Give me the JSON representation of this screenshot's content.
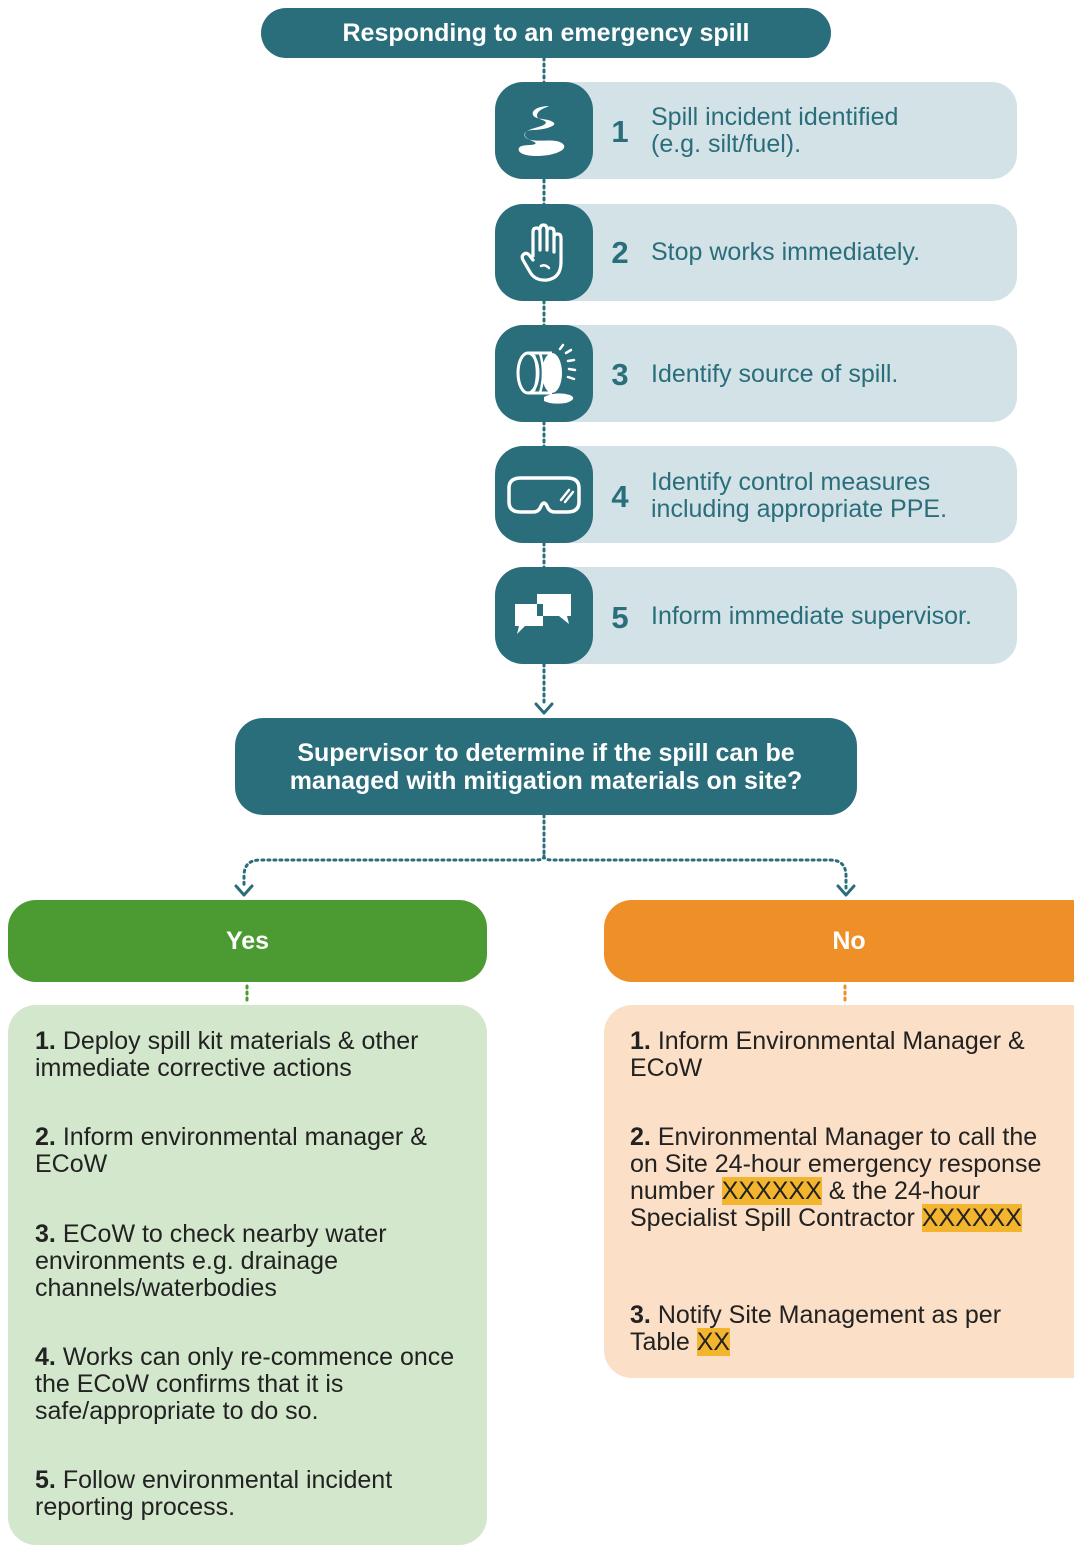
{
  "title": "Responding to an emergency spill",
  "steps": [
    {
      "num": "1",
      "line1": "Spill incident identified",
      "line2": "(e.g. silt/fuel).",
      "icon": "spill-puddle-icon"
    },
    {
      "num": "2",
      "line1": "Stop works immediately.",
      "line2": "",
      "icon": "stop-hand-icon"
    },
    {
      "num": "3",
      "line1": "Identify source of spill.",
      "line2": "",
      "icon": "leaking-drum-icon"
    },
    {
      "num": "4",
      "line1": "Identify control measures",
      "line2": "including appropriate PPE.",
      "icon": "safety-goggles-icon"
    },
    {
      "num": "5",
      "line1": "Inform immediate supervisor.",
      "line2": "",
      "icon": "speech-bubbles-icon"
    }
  ],
  "decision": {
    "line1": "Supervisor to determine if the spill can be",
    "line2": "managed with mitigation materials on site?"
  },
  "yes": {
    "label": "Yes",
    "items": [
      {
        "num": "1.",
        "text": "Deploy spill kit materials & other immediate corrective actions"
      },
      {
        "num": "2.",
        "text": "Inform environmental manager & ECoW"
      },
      {
        "num": "3.",
        "text": "ECoW to check nearby water environments e.g. drainage channels/waterbodies"
      },
      {
        "num": "4.",
        "text": "Works can only re-commence once the ECoW confirms that it is safe/appropriate to do so."
      },
      {
        "num": "5.",
        "text": "Follow environmental incident reporting process."
      }
    ]
  },
  "no": {
    "label": "No",
    "item1": {
      "num": "1.",
      "text": "Inform Environmental Manager & ECoW"
    },
    "item2": {
      "num": "2.",
      "text_a": "Environmental Manager to call the on Site 24-hour emergency response number",
      "placeholder_a": "XXXXXX",
      "text_b": "& the 24-hour Specialist Spill Contractor",
      "placeholder_b": "XXXXXX"
    },
    "item3": {
      "num": "3.",
      "text": "Notify Site Management as per Table",
      "placeholder": "XX"
    }
  },
  "colors": {
    "teal": "#2a6e7b",
    "light_teal": "#d3e2e7",
    "green": "#4b9a32",
    "light_green": "#d3e7cc",
    "orange": "#ee8f28",
    "light_orange": "#fbdfc6",
    "highlight": "#f4b52e"
  }
}
